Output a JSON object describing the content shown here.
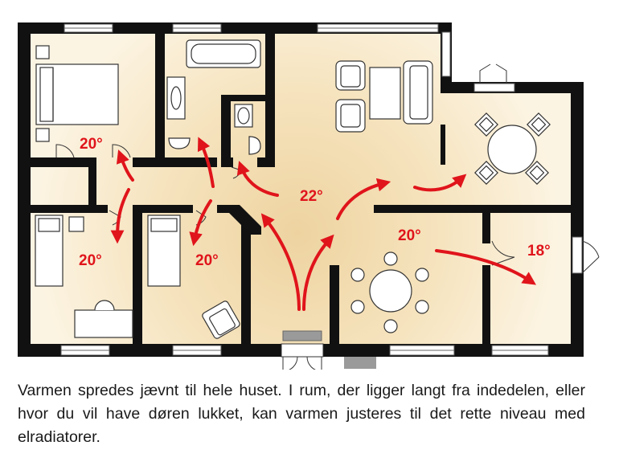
{
  "temperatures": {
    "bedroom_top": "20°",
    "bedroom_left": "20°",
    "bedroom_middle": "20°",
    "hall": "22°",
    "dining": "20°",
    "small_room": "18°"
  },
  "caption": "Varmen spredes jævnt til hele huset. I rum, der ligger langt fra indedelen, eller hvor du vil have døren lukket, kan varmen justeres til det rette niveau med elradiatorer.",
  "colors": {
    "wall": "#111111",
    "arrow": "#e0141b",
    "floor_warm": "#f0d8a8",
    "floor_light": "#fbf1da",
    "furniture": "#ffffff",
    "stove": "#9a9a9a"
  },
  "icons": [
    "stove-icon",
    "bed-icon",
    "bathtub-icon",
    "toilet-icon",
    "sofa-icon",
    "armchair-icon",
    "dining-table-icon",
    "desk-icon",
    "door-icon",
    "window-icon",
    "heat-arrow-icon"
  ]
}
